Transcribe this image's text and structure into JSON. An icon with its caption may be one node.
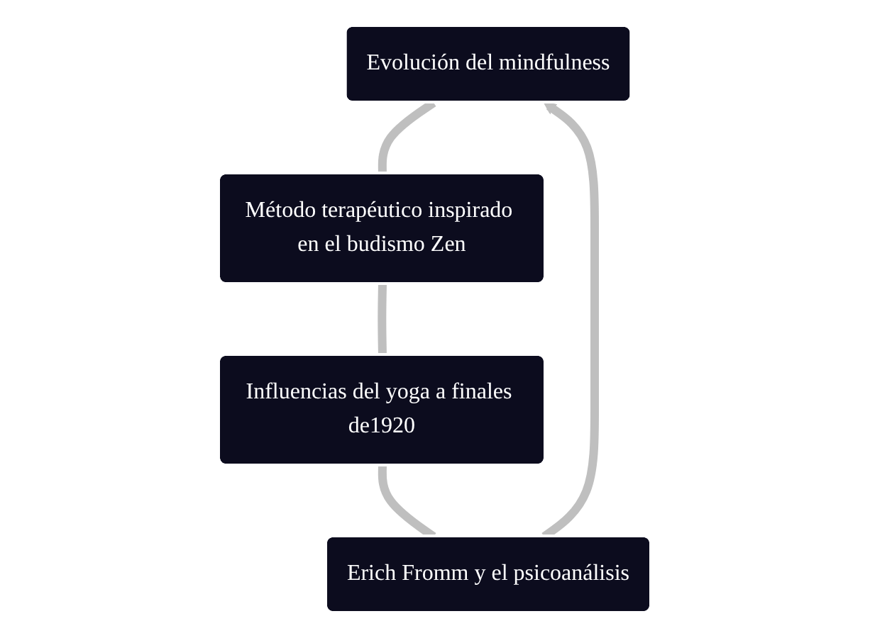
{
  "diagram": {
    "nodes": [
      {
        "text": [
          "Evolución del mindfulness"
        ]
      },
      {
        "text": [
          "Erich Fromm y el psicoanálisis"
        ]
      },
      {
        "text": [
          "Método terapéutico inspirado en el budismo Zen"
        ]
      },
      {
        "text": [
          "Influencias del yoga a finales de1920"
        ]
      }
    ],
    "edges": [
      {
        "from": 0,
        "to": 2,
        "arrow": "none"
      },
      {
        "from": 2,
        "to": 3,
        "arrow": "none"
      },
      {
        "from": 3,
        "to": 1,
        "arrow": "none"
      },
      {
        "from": 1,
        "to": 0,
        "arrow": "to"
      }
    ]
  }
}
